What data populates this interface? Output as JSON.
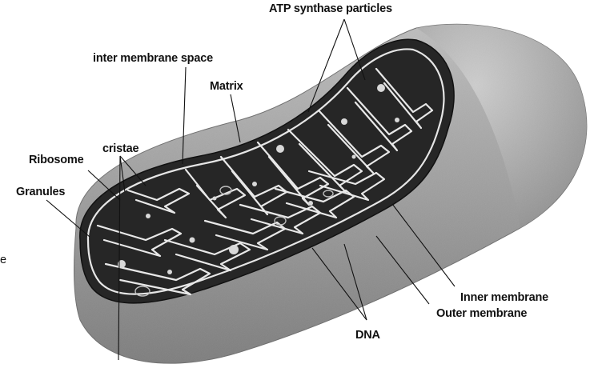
{
  "diagram": {
    "labels": {
      "atp_synthase": "ATP synthase particles",
      "inter_membrane_space": "inter membrane space",
      "matrix": "Matrix",
      "cristae": "cristae",
      "ribosome": "Ribosome",
      "granules": "Granules",
      "inner_membrane": "Inner membrane",
      "outer_membrane": "Outer membrane",
      "dna": "DNA",
      "stray_mark": "e"
    },
    "colors": {
      "outer_shell": "#9a9a9a",
      "shell_highlight": "#c4c4c4",
      "matrix": "#2a2a2a",
      "membrane_line": "#e6e6e6",
      "label_text": "#111111"
    }
  }
}
